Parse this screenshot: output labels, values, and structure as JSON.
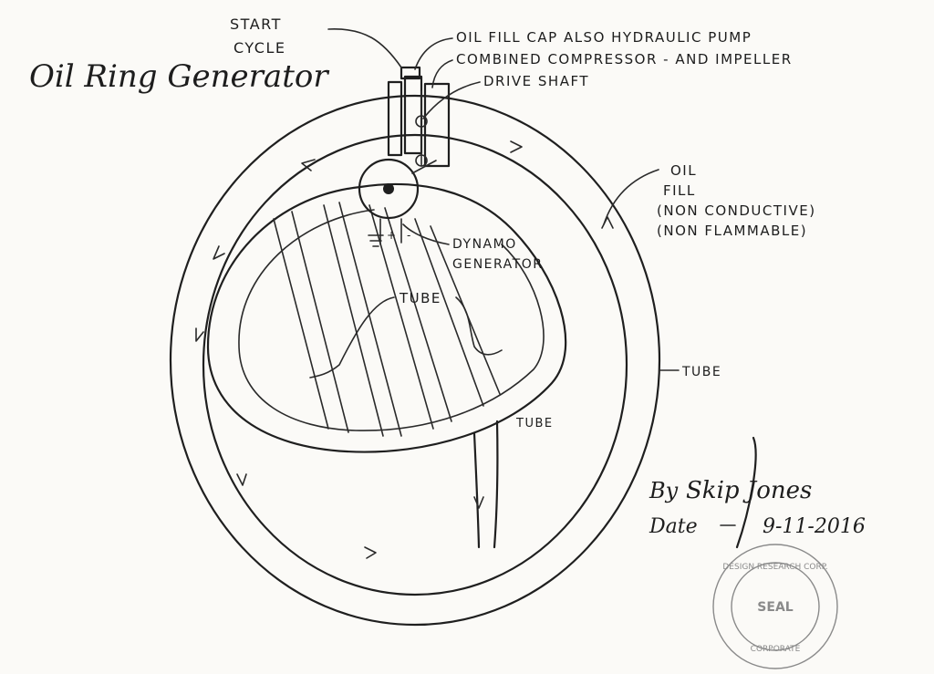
{
  "title": "Oil Ring Generator",
  "labels": {
    "start_cycle_line1": "START",
    "start_cycle_line2": "CYCLE",
    "oil_fill_cap": "OIL FILL CAP ALSO HYDRAULIC PUMP",
    "compressor": "COMBINED COMPRESSOR - AND IMPELLER",
    "drive_shaft": "DRIVE SHAFT",
    "oil_fill_line1": "OIL",
    "oil_fill_line2": "FILL",
    "oil_fill_line3": "(NON CONDUCTIVE)",
    "oil_fill_line4": "(NON FLAMMABLE)",
    "dynamo_line1": "DYNAMO",
    "dynamo_line2": "GENERATOR",
    "tube_inner": "TUBE",
    "tube_outer": "TUBE",
    "tube_lower": "TUBE",
    "terminal_plus": "+",
    "terminal_minus": "-"
  },
  "signature": {
    "by_label": "By",
    "name": "Skip Jones",
    "date_label": "Date",
    "date_value": "9-11-2016"
  },
  "seal": {
    "text_top": "DESIGN RESEARCH CORP.",
    "text_center": "SEAL",
    "text_bottom": "CORPORATE"
  },
  "colors": {
    "ink": "#1f1f1f",
    "paper": "#fbfaf7",
    "seal": "#8a8a8a"
  }
}
